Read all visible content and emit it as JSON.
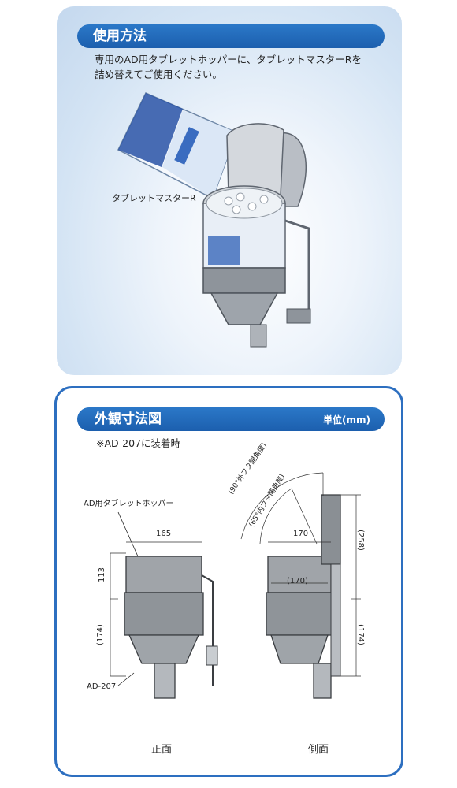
{
  "usage": {
    "title": "使用方法",
    "instruction_line1": "専用のAD用タブレットホッパーに、タブレットマスターRを",
    "instruction_line2": "詰め替えてご使用ください。",
    "label_tablet": "タブレットマスターR"
  },
  "dimensions": {
    "title": "外観寸法図",
    "unit": "単位(mm)",
    "note": "※AD-207に装着時",
    "label_hopper": "AD用タブレットホッパー",
    "label_device": "AD-207",
    "front": {
      "caption": "正面",
      "width": "165",
      "height_top": "113",
      "height_bottom": "(174)"
    },
    "side": {
      "caption": "側面",
      "width": "170",
      "width_inner": "(170)",
      "height_total": "(258)",
      "height_bottom": "(174)",
      "angle_outer": "(90°外フタ開角度)",
      "angle_inner": "(65°内フタ開角度)"
    }
  },
  "colors": {
    "accent": "#1f64b4",
    "panel_bg": "#d4e4f4"
  }
}
